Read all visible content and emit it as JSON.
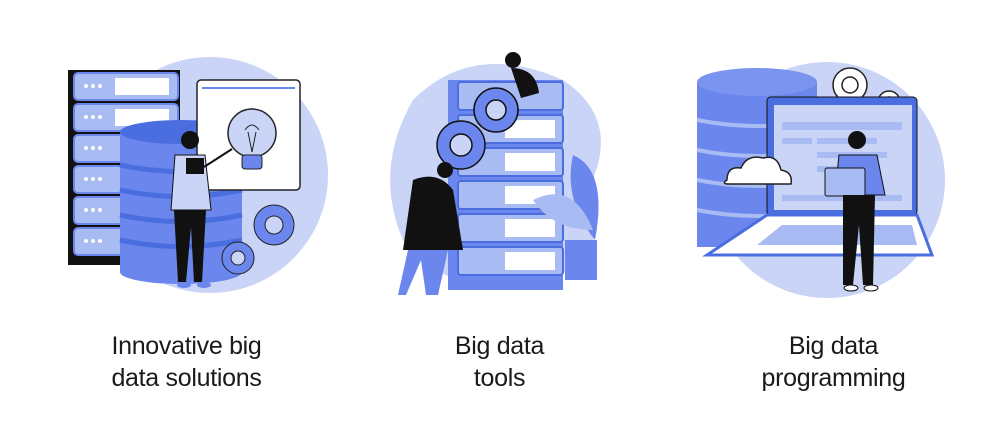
{
  "colors": {
    "background": "#ffffff",
    "blob": "#c9d4f7",
    "light_blue": "#a9bbf3",
    "mid_blue": "#6b86ec",
    "dark_blue": "#4a6ee0",
    "ink": "#111111"
  },
  "illustrations": [
    {
      "id": "innovative",
      "icons": [
        "server-rack-icon",
        "database-icon",
        "lightbulb-board-icon",
        "gears-icon",
        "person-icon"
      ],
      "caption_line1": "Innovative big",
      "caption_line2": "data solutions"
    },
    {
      "id": "tools",
      "icons": [
        "server-rack-icon",
        "gears-icon",
        "plant-icon",
        "people-icon"
      ],
      "caption_line1": "Big data",
      "caption_line2": "tools"
    },
    {
      "id": "programming",
      "icons": [
        "database-icon",
        "laptop-icon",
        "cloud-icon",
        "gears-icon",
        "person-icon"
      ],
      "caption_line1": "Big data",
      "caption_line2": "programming"
    }
  ]
}
